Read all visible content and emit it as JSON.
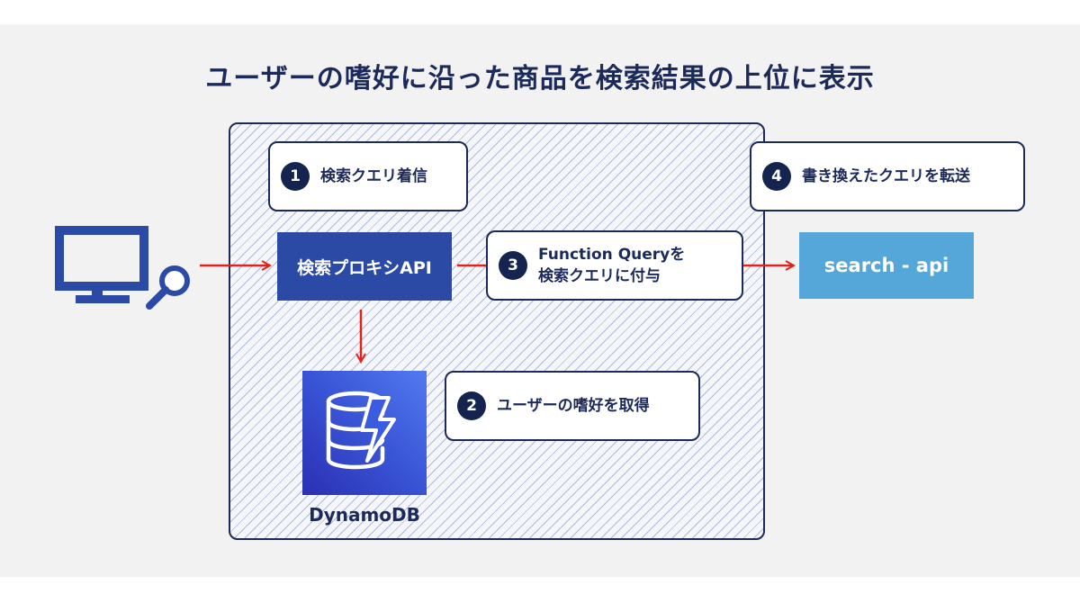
{
  "title": "ユーザーの嗜好に沿った商品を検索結果の上位に表示",
  "steps": [
    {
      "number": "1",
      "label": "検索クエリ着信"
    },
    {
      "number": "2",
      "label": "ユーザーの嗜好を取得"
    },
    {
      "number": "3",
      "label_line1": "Function Queryを",
      "label_line2": "検索クエリに付与"
    },
    {
      "number": "4",
      "label": "書き換えたクエリを転送"
    }
  ],
  "nodes": {
    "proxy": "検索プロキシAPI",
    "search_api": "search - api",
    "dynamodb": "DynamoDB"
  },
  "colors": {
    "navy": "#1c2a5a",
    "proxy_blue": "#2b4aa6",
    "search_api_blue": "#54a7d8",
    "arrow_red": "#e2231a",
    "client_blue": "#2b4aa6"
  },
  "icons": [
    "computer-monitor-icon",
    "magnifier-icon",
    "dynamodb-icon"
  ]
}
